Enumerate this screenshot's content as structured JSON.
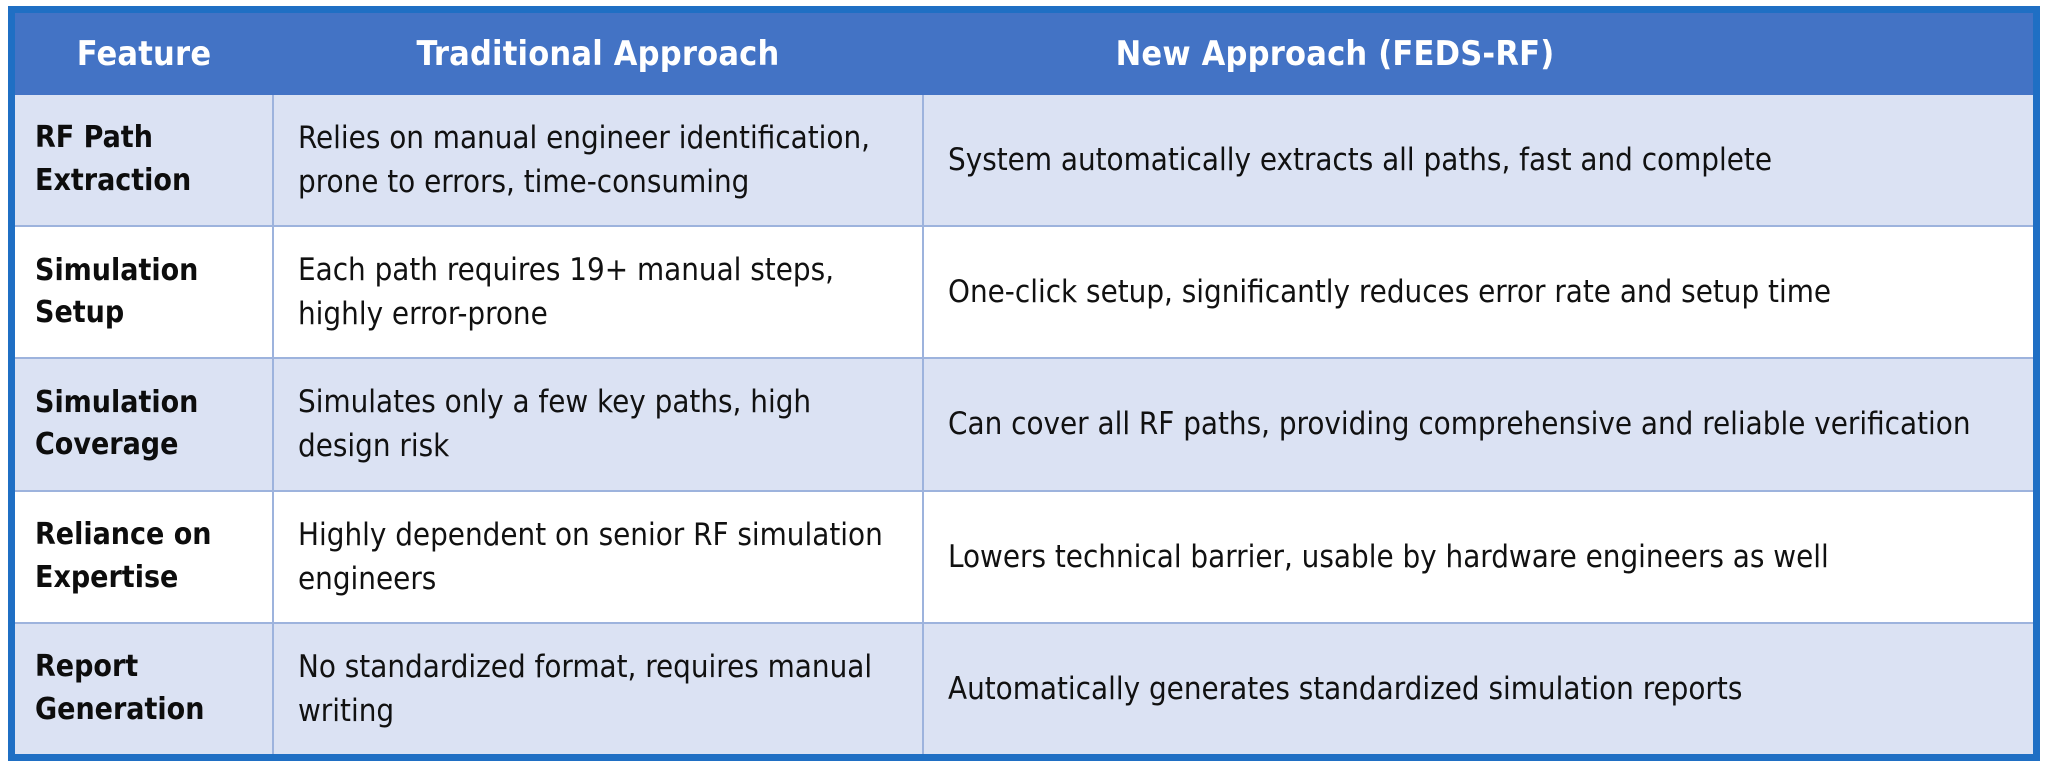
{
  "table": {
    "headers": [
      {
        "label": "Feature",
        "key": "feature"
      },
      {
        "label": "Traditional Approach",
        "key": "traditional"
      },
      {
        "label": "New Approach (FEDS-RF)",
        "key": "new"
      }
    ],
    "rows": [
      {
        "feature": "RF Path Extraction",
        "traditional": "Relies on manual engineer identification, prone to errors, time-consuming",
        "new": "System automatically extracts all paths, fast and complete"
      },
      {
        "feature": "Simulation Setup",
        "traditional": "Each path requires 19+ manual steps, highly error-prone",
        "new": "One-click setup, significantly reduces error rate and setup time"
      },
      {
        "feature": "Simulation Coverage",
        "traditional": "Simulates only a few key paths, high design risk",
        "new": "Can cover all RF paths, providing comprehensive and reliable verification"
      },
      {
        "feature": "Reliance on Expertise",
        "traditional": "Highly dependent on senior RF simulation engineers",
        "new": "Lowers technical barrier, usable by hardware engineers as well"
      },
      {
        "feature": "Report Generation",
        "traditional": "No standardized format, requires manual writing",
        "new": "Automatically generates standardized simulation reports"
      }
    ]
  },
  "colors": {
    "header_background": "#4373C5",
    "outer_border": "#1F6FC4",
    "row_shaded": "#DBE2F3",
    "row_plain": "#FFFFFF",
    "grid_line": "#9DB3DD",
    "header_text": "#FFFFFF",
    "body_text": "#111111"
  }
}
